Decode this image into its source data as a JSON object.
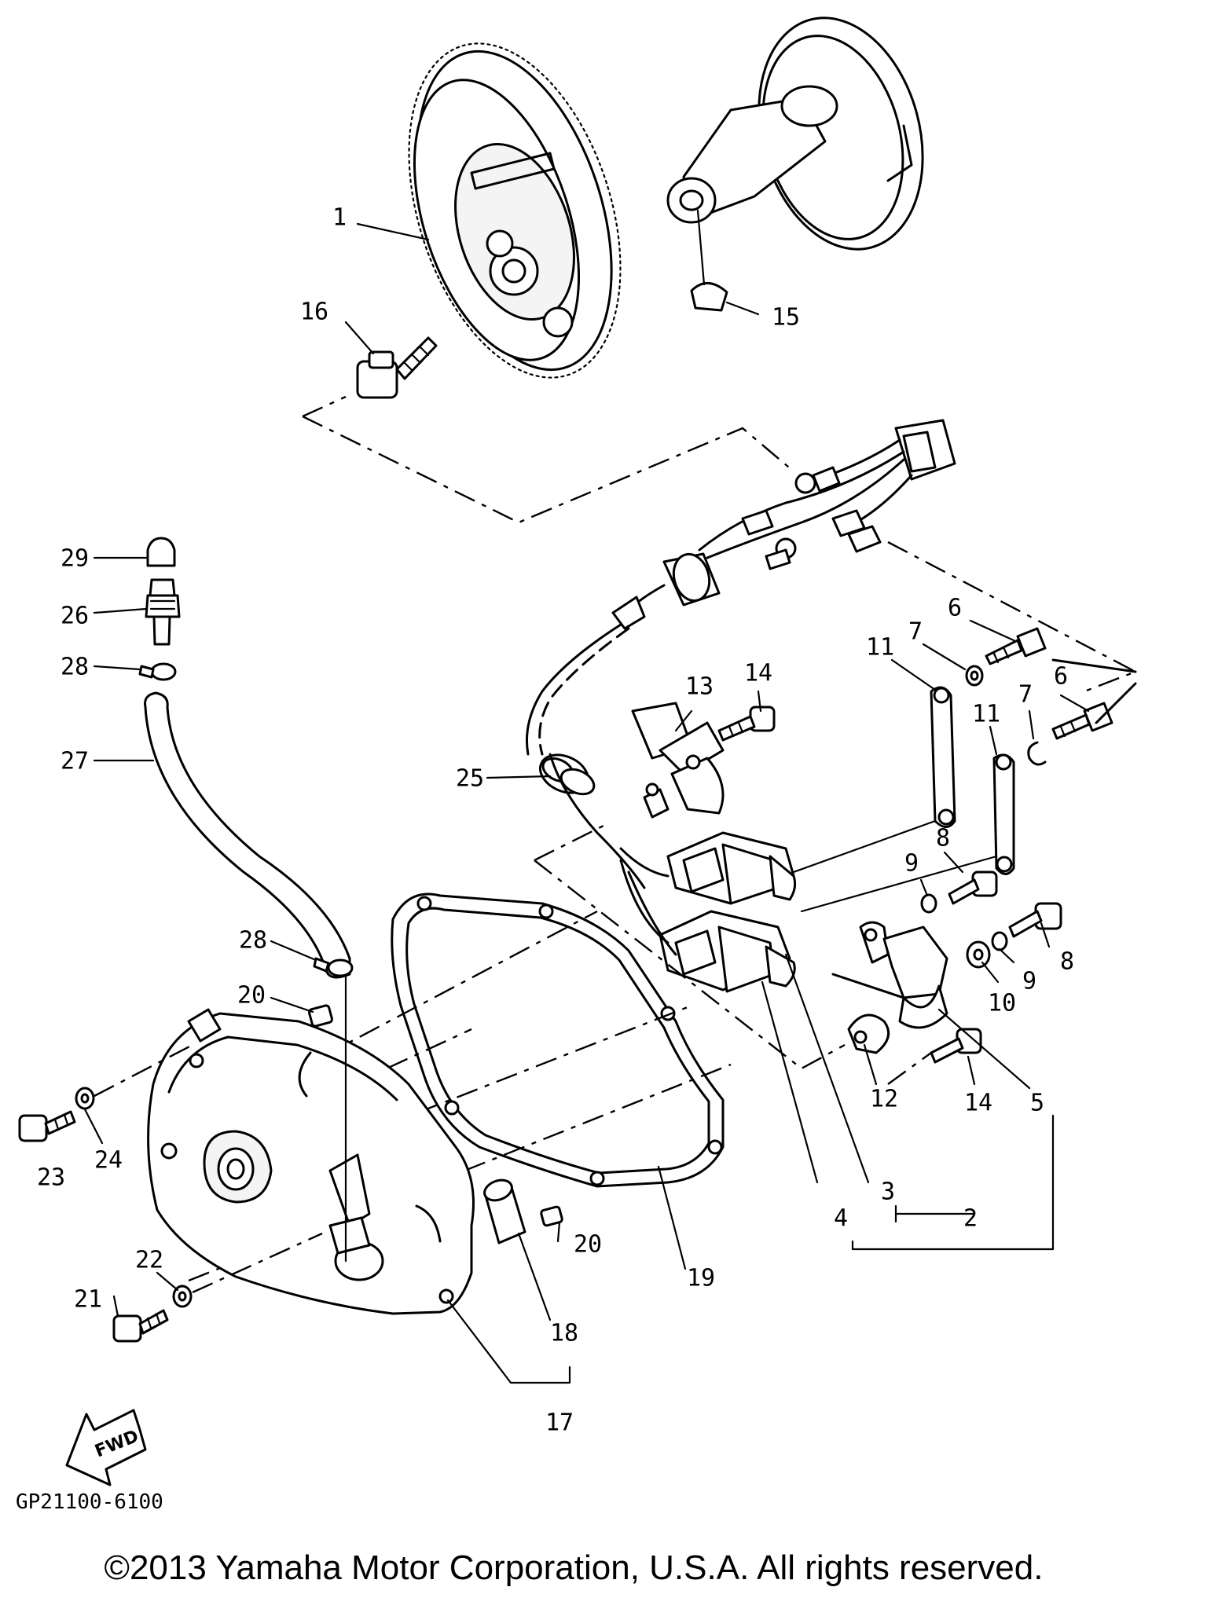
{
  "callouts": {
    "c1": "1",
    "c2": "2",
    "c3": "3",
    "c4": "4",
    "c5": "5",
    "c6a": "6",
    "c6b": "6",
    "c7a": "7",
    "c7b": "7",
    "c8a": "8",
    "c8b": "8",
    "c9a": "9",
    "c9b": "9",
    "c10": "10",
    "c11a": "11",
    "c11b": "11",
    "c12": "12",
    "c13": "13",
    "c14a": "14",
    "c14b": "14",
    "c15": "15",
    "c16": "16",
    "c17": "17",
    "c18": "18",
    "c19": "19",
    "c20a": "20",
    "c20b": "20",
    "c21": "21",
    "c22": "22",
    "c23": "23",
    "c24": "24",
    "c25": "25",
    "c26": "26",
    "c27": "27",
    "c28a": "28",
    "c28b": "28",
    "c29": "29"
  },
  "fwd_arrow_text": "FWD",
  "diagram_code": "GP21100-6100",
  "copyright": "©2013 Yamaha Motor Corporation, U.S.A. All rights reserved."
}
